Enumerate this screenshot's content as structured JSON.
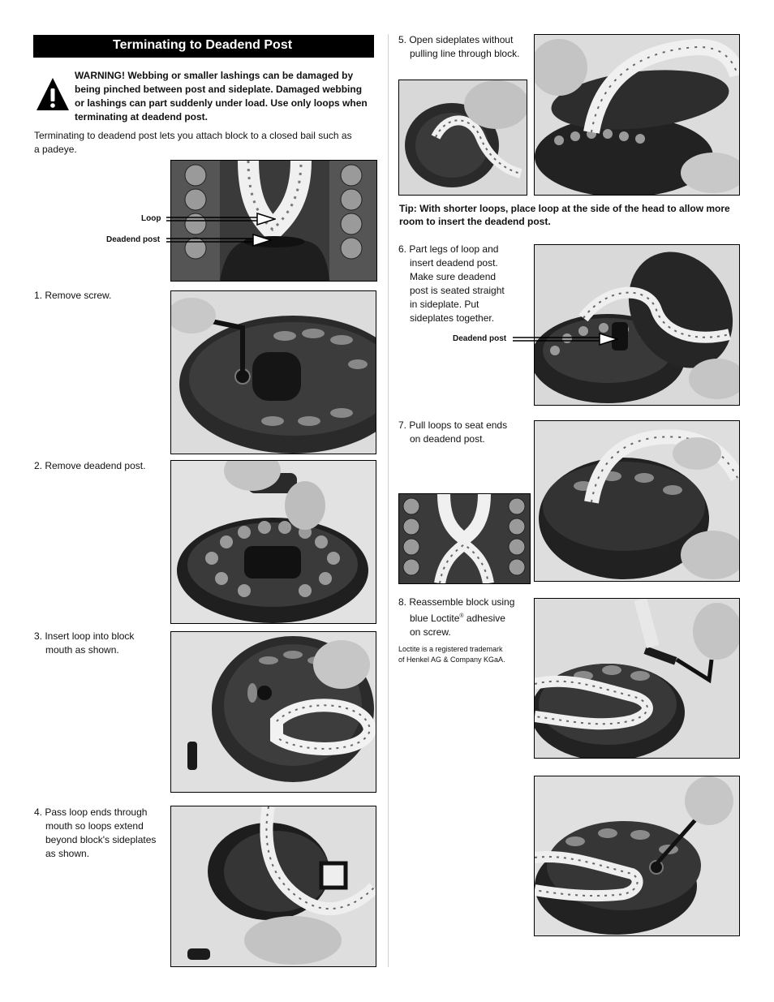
{
  "header": {
    "title": "Terminating to Deadend Post"
  },
  "warning": {
    "icon": "warning-triangle-icon",
    "text": "WARNING! Webbing or smaller lashings can be damaged by being pinched between post and sideplate. Damaged webbing or lashings can part suddenly under load. Use only loops when terminating at deadend post."
  },
  "intro": "Terminating to deadend post lets you attach block to a closed bail such as a padeye.",
  "callouts": {
    "loop": "Loop",
    "deadend_post_left": "Deadend post",
    "deadend_post_right": "Deadend post"
  },
  "steps": {
    "s1": "1. Remove screw.",
    "s2": "2. Remove deadend post.",
    "s3": [
      "3. Insert loop into block",
      "mouth as shown."
    ],
    "s4": [
      "4. Pass loop ends through",
      "mouth so loops extend",
      "beyond block's sideplates",
      "as shown."
    ],
    "s5": [
      "5. Open sideplates without",
      "pulling line through block."
    ],
    "s6": [
      "6. Part legs of loop and",
      "insert deadend post.",
      "Make sure deadend",
      "post is seated straight",
      "in sideplate. Put",
      "sideplates together."
    ],
    "s7": [
      "7. Pull loops to seat ends",
      "on deadend post."
    ],
    "s8": {
      "line1": "8. Reassemble block using",
      "line2_prefix": "blue Loctite",
      "line2_sup": "®",
      "line2_suffix": " adhesive",
      "line3": "on screw."
    }
  },
  "tip": "Tip: With shorter loops, place loop at the side of the head to allow more room to insert the deadend post.",
  "trademark": [
    "Loctite is a registered trademark",
    "of Henkel AG & Company KGaA."
  ],
  "colors": {
    "header_bg": "#000000",
    "header_text": "#ffffff",
    "photo_dark": "#2a2a2a",
    "rope": "#f2f2f2"
  }
}
